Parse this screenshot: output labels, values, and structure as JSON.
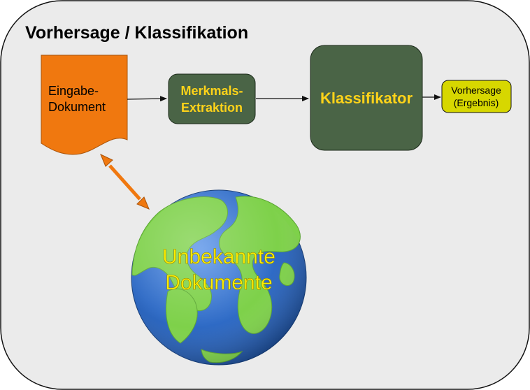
{
  "title": "Vorhersage / Klassifikation",
  "input_document": {
    "line1": "Eingabe-",
    "line2": "Dokument"
  },
  "feature_extraction": {
    "line1": "Merkmals-",
    "line2": "Extraktion"
  },
  "classifier": {
    "label": "Klassifikator"
  },
  "prediction": {
    "line1": "Vorhersage",
    "line2": "(Ergebnis)"
  },
  "globe": {
    "line1": "Unbekannte",
    "line2": "Dokumente"
  },
  "colors": {
    "panel_background": "#ebebeb",
    "document_fill": "#f0780f",
    "box_fill": "#4a6446",
    "box_text": "#ffd319",
    "prediction_fill": "#d7d700",
    "ocean": "#2f6bc6",
    "land": "#7ed14a",
    "globe_text": "#ffee00"
  }
}
